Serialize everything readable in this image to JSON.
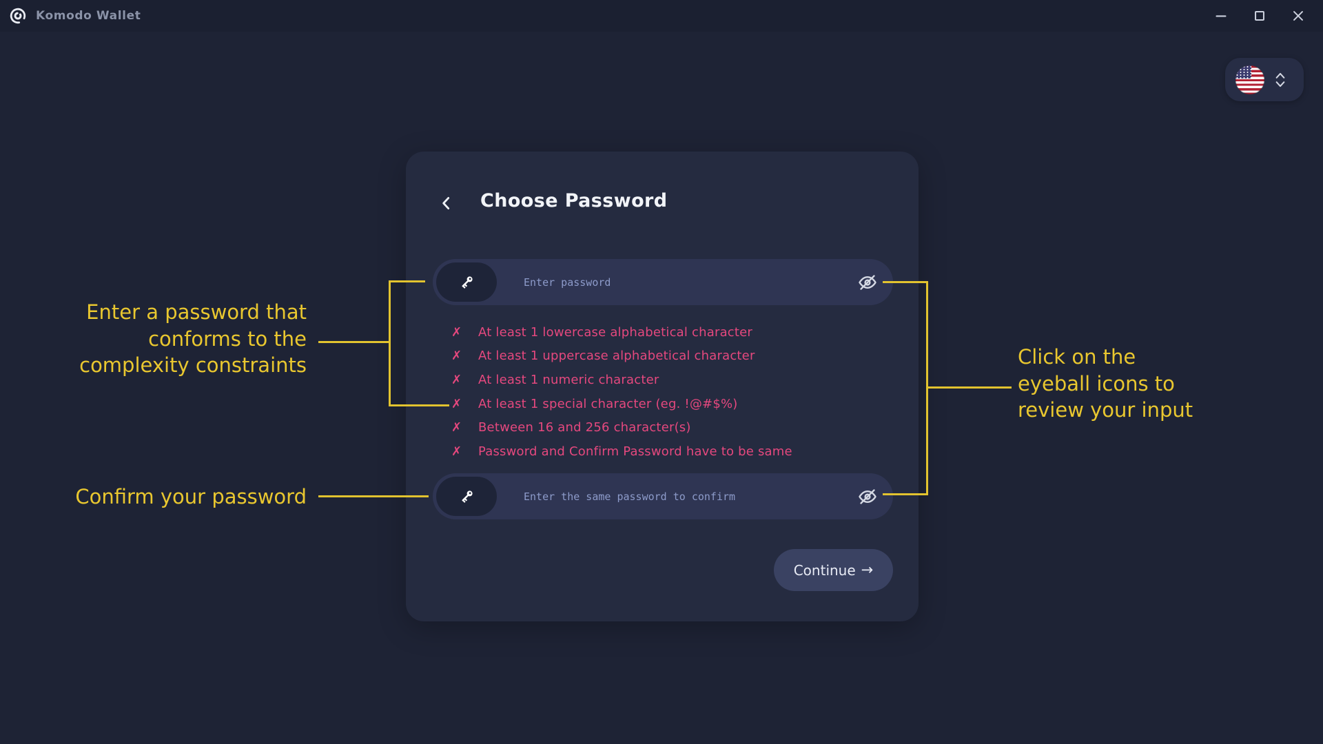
{
  "window": {
    "title": "Komodo Wallet",
    "controls": [
      {
        "name": "minimize",
        "icon": "minimize-icon"
      },
      {
        "name": "maximize",
        "icon": "maximize-icon"
      },
      {
        "name": "close",
        "icon": "close-icon"
      }
    ]
  },
  "language_selector": {
    "selected": "US",
    "flag_icon": "us-flag-icon",
    "expander_icon": "chevron-up-down-icon"
  },
  "card": {
    "back_icon": "chevron-left-icon",
    "title": "Choose Password",
    "password_field": {
      "placeholder": "Enter password",
      "value": "",
      "left_icon": "key-icon",
      "right_icon": "eye-off-icon"
    },
    "requirements": [
      {
        "mark": "✗",
        "text": "At least 1 lowercase alphabetical character"
      },
      {
        "mark": "✗",
        "text": "At least 1 uppercase alphabetical character"
      },
      {
        "mark": "✗",
        "text": "At least 1 numeric character"
      },
      {
        "mark": "✗",
        "text": "At least 1 special character (eg. !@#$%)"
      },
      {
        "mark": "✗",
        "text": "Between 16 and 256 character(s)"
      },
      {
        "mark": "✗",
        "text": "Password and Confirm Password have to be same"
      }
    ],
    "confirm_field": {
      "placeholder": "Enter the same password to confirm",
      "value": "",
      "left_icon": "key-icon",
      "right_icon": "eye-off-icon"
    },
    "continue_button": {
      "label": "Continue",
      "arrow": "→"
    }
  },
  "annotations": {
    "password_note": {
      "full_text": "Enter a password that conforms to the complexity constraints",
      "lines": [
        "Enter a password that",
        "conforms to the",
        "complexity constraints"
      ]
    },
    "confirm_note": {
      "full_text": "Confirm your password"
    },
    "eyeball_note": {
      "full_text": "Click on the eyeball icons to review your input",
      "lines": [
        "Click on the",
        "eyeball icons to",
        "review your input"
      ]
    }
  },
  "colors": {
    "annotation_yellow": "#e9c72f",
    "error_pink": "#e5487e",
    "page_background": "#1e2335",
    "card_background": "#252b40",
    "field_background": "#2f3553"
  }
}
